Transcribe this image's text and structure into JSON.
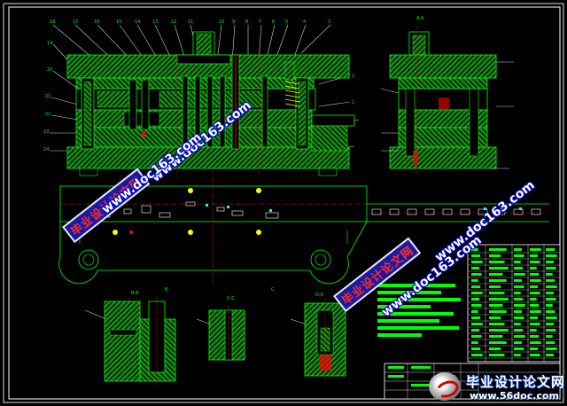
{
  "drawing": {
    "background": "#000000",
    "line_color": "#00ff00",
    "hatch_color": "#00ff00",
    "accent_red": "#ff0000",
    "accent_white": "#ffffff",
    "accent_cyan": "#00ffff",
    "accent_yellow": "#ffff00",
    "section_labels": [
      "A-A",
      "B-B",
      "C-C",
      "D-D"
    ]
  },
  "watermarks": {
    "site_cn": "毕业设计论文网",
    "site_url": "www.doc163.com"
  },
  "footer": {
    "brand_cn": "毕业设计论文网",
    "brand_url": "www.56doc.com"
  }
}
